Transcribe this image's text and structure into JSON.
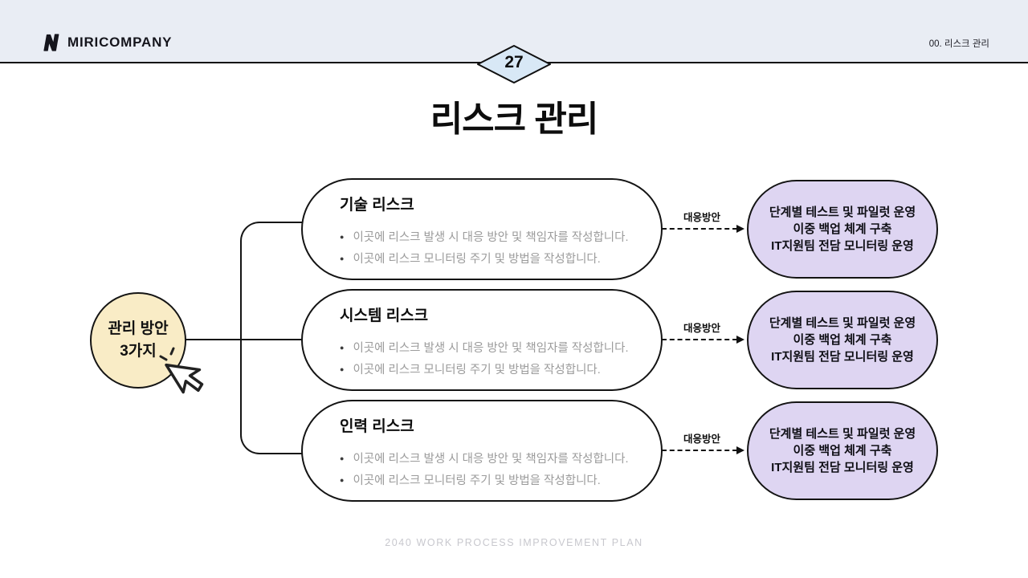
{
  "header": {
    "brand": "MIRICOMPANY",
    "section_label": "00. 리스크 관리",
    "page_number": "27"
  },
  "title": "리스크 관리",
  "hub": {
    "line1": "관리 방안",
    "line2": "3가지"
  },
  "rows": [
    {
      "title": "기술 리스크",
      "bullets": [
        "이곳에 리스크 발생 시 대응 방안 및 책임자를 작성합니다.",
        "이곳에 리스크 모니터링 주기 및 방법을 작성합니다."
      ],
      "arrow_label": "대응방안",
      "response": [
        "단계별 테스트 및 파일럿 운영",
        "이중 백업 체계 구축",
        "IT지원팀 전담 모니터링 운영"
      ]
    },
    {
      "title": "시스템 리스크",
      "bullets": [
        "이곳에 리스크 발생 시 대응 방안 및 책임자를 작성합니다.",
        "이곳에 리스크 모니터링 주기 및 방법을 작성합니다."
      ],
      "arrow_label": "대응방안",
      "response": [
        "단계별 테스트 및 파일럿 운영",
        "이중 백업 체계 구축",
        "IT지원팀 전담 모니터링 운영"
      ]
    },
    {
      "title": "인력 리스크",
      "bullets": [
        "이곳에 리스크 발생 시 대응 방안 및 책임자를 작성합니다.",
        "이곳에 리스크 모니터링 주기 및 방법을 작성합니다."
      ],
      "arrow_label": "대응방안",
      "response": [
        "단계별 테스트 및 파일럿 운영",
        "이중 백업 체계 구축",
        "IT지원팀 전담 모니터링 운영"
      ]
    }
  ],
  "footer": "2040 WORK PROCESS IMPROVEMENT PLAN",
  "colors": {
    "header_bg": "#e9edf4",
    "diamond_fill": "#d8e8f6",
    "hub_fill": "#f9ecc6",
    "response_fill": "#ded5f2",
    "muted_text": "#9b9b9b",
    "footer_text": "#c8c8ce",
    "line": "#141414"
  }
}
